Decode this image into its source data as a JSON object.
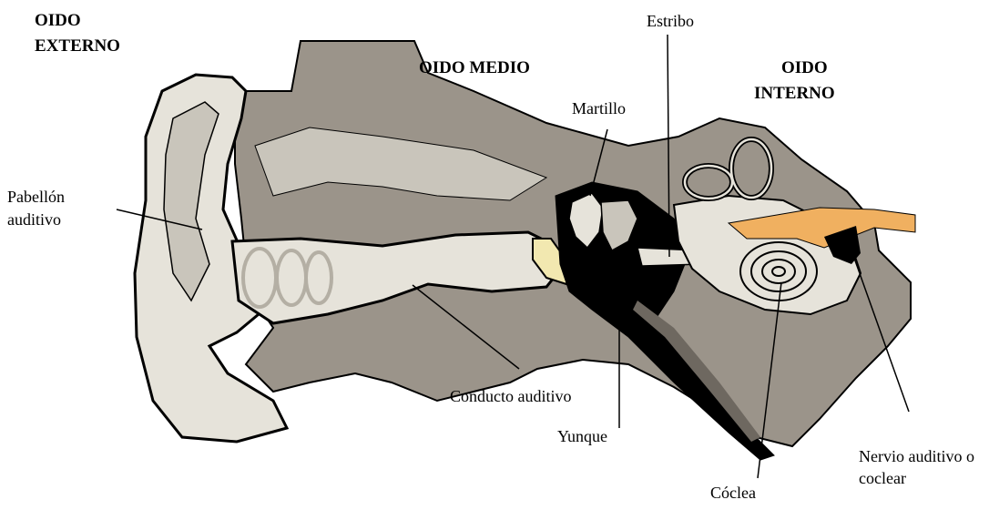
{
  "headings": {
    "outer_line1": "OIDO",
    "outer_line2": "EXTERNO",
    "middle": "OIDO MEDIO",
    "inner_line1": "OIDO",
    "inner_line2": "INTERNO"
  },
  "labels": {
    "pinna_line1": "Pabellón",
    "pinna_line2": "auditivo",
    "canal": "Conducto auditivo",
    "hammer": "Martillo",
    "stirrup": "Estribo",
    "anvil": "Yunque",
    "cochlea": "Cóclea",
    "nerve_line1": "Nervio auditivo o",
    "nerve_line2": "coclear"
  },
  "colors": {
    "tissue": "#9b948a",
    "skin": "#e6e3da",
    "cartilage": "#c9c5bb",
    "eardrum": "#f2e8b0",
    "nerve": "#f0b060",
    "dark": "#000000"
  }
}
